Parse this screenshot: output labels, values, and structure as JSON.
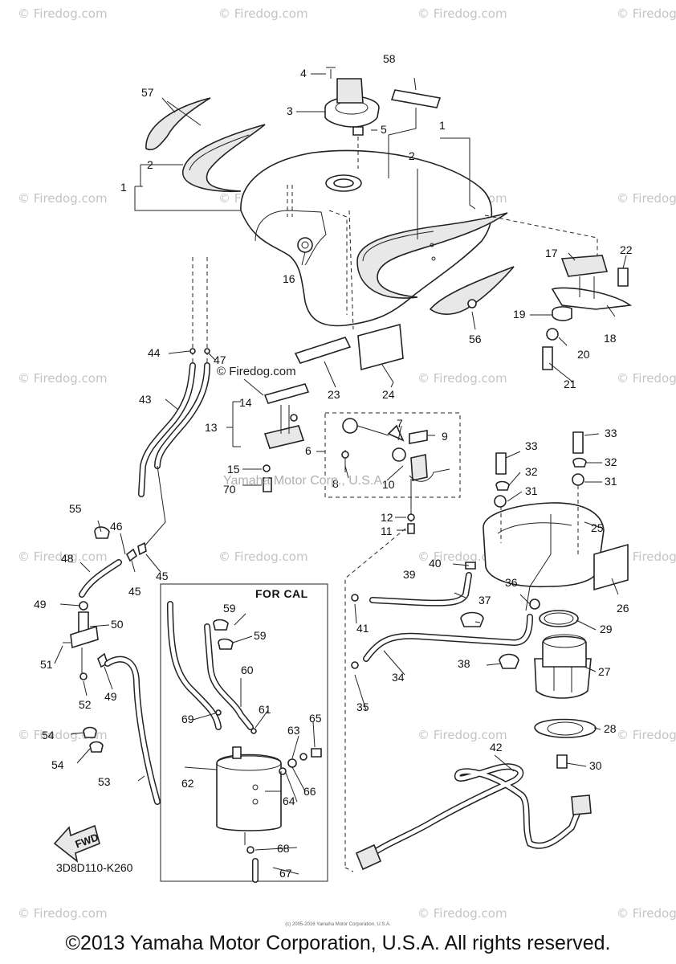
{
  "watermark_text": "© Firedog.com",
  "mid_watermark": "© Firedog.com",
  "center_watermark": "Yamaha Motor Corp., U.S.A.",
  "for_cal_label": "FOR CAL",
  "diagram_code": "3D8D110-K260",
  "fwd_label": "FWD",
  "tiny_copyright": "(c) 2005-2016 Yamaha Motor Corporation, U.S.A.",
  "copyright": "©2013 Yamaha Motor Corporation, U.S.A. All rights reserved.",
  "callouts": [
    "1",
    "1",
    "2",
    "2",
    "3",
    "4",
    "5",
    "6",
    "7",
    "8",
    "9",
    "10",
    "11",
    "12",
    "13",
    "14",
    "15",
    "16",
    "17",
    "18",
    "19",
    "20",
    "21",
    "22",
    "23",
    "24",
    "25",
    "26",
    "27",
    "28",
    "29",
    "30",
    "31",
    "31",
    "32",
    "32",
    "33",
    "33",
    "34",
    "35",
    "36",
    "37",
    "38",
    "39",
    "40",
    "41",
    "42",
    "43",
    "44",
    "45",
    "45",
    "46",
    "47",
    "48",
    "49",
    "49",
    "50",
    "51",
    "52",
    "53",
    "54",
    "54",
    "55",
    "56",
    "57",
    "58",
    "59",
    "59",
    "60",
    "61",
    "62",
    "63",
    "64",
    "65",
    "66",
    "67",
    "68",
    "69",
    "70"
  ],
  "colors": {
    "line": "#222222",
    "watermark": "#c4c4c4",
    "background": "#ffffff"
  }
}
